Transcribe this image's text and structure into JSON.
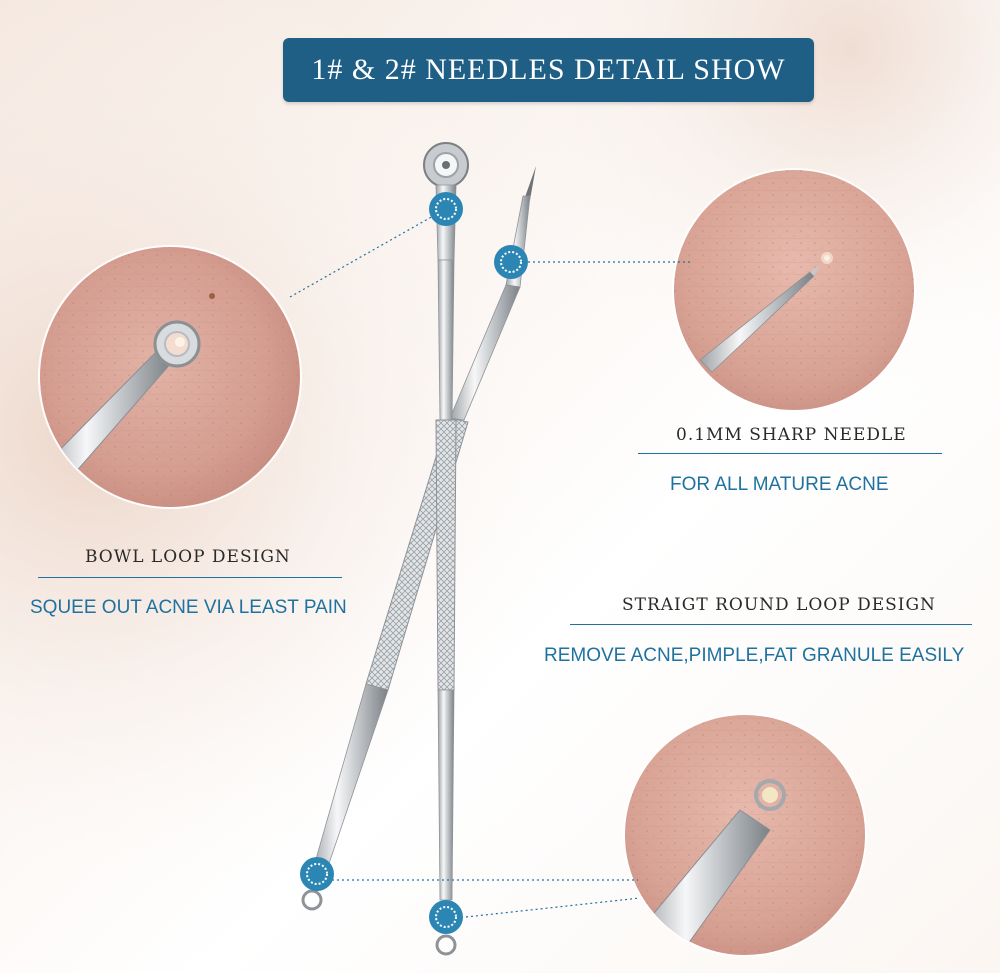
{
  "banner": {
    "title": "1# & 2# NEEDLES DETAIL SHOW"
  },
  "callouts": {
    "sharp_needle": {
      "title": "0.1MM SHARP NEEDLE",
      "desc": "FOR ALL MATURE ACNE"
    },
    "bowl_loop": {
      "title": "BOWL LOOP DESIGN",
      "desc": "SQUEE OUT ACNE VIA LEAST PAIN"
    },
    "round_loop": {
      "title": "STRAIGT ROUND LOOP DESIGN",
      "desc": "REMOVE ACNE,PIMPLE,FAT GRANULE EASILY"
    }
  },
  "colors": {
    "banner": "#1f5f86",
    "accent_text": "#1f72a0",
    "marker": "#2b86b4",
    "skin": "#d9a99d"
  }
}
